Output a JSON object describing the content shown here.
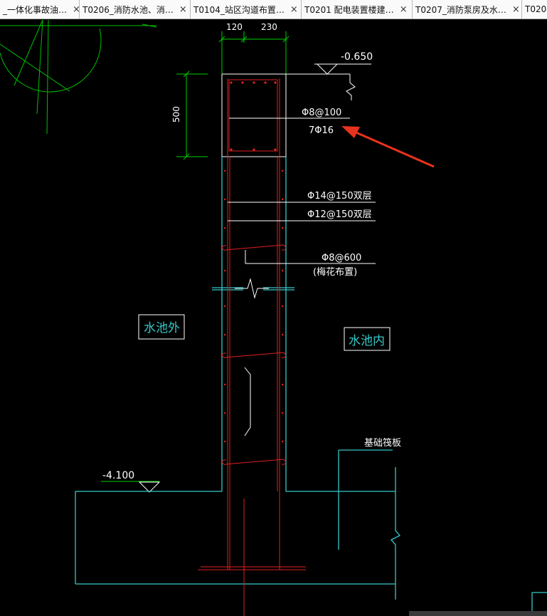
{
  "tabs": [
    {
      "label": "_一体化事故油…"
    },
    {
      "label": "T0206_消防水池、消…"
    },
    {
      "label": "T0104_站区沟道布置…"
    },
    {
      "label": "T0201 配电装置楼建…"
    },
    {
      "label": "T0207_消防泵房及水…"
    },
    {
      "label": "T020"
    }
  ],
  "tab_close_glyph": "×",
  "drawing": {
    "dim_top_left": "120",
    "dim_top_right": "230",
    "dim_vertical": "500",
    "elev_top": "-0.650",
    "elev_bottom": "-4.100",
    "rebar_stirrup": "Φ8@100",
    "rebar_main": "7Φ16",
    "rebar_horizontal": "Φ14@150双层",
    "rebar_vertical": "Φ12@150双层",
    "rebar_tie": "Φ8@600",
    "rebar_tie_note": "(梅花布置)",
    "label_outside": "水池外",
    "label_inside": "水池内",
    "label_raft": "基础筏板"
  },
  "colors": {
    "concrete": "#36c8c8",
    "rebar": "#e02020",
    "annotation": "#ffffff",
    "dimension": "#00d000",
    "arrow": "#e8321e"
  }
}
